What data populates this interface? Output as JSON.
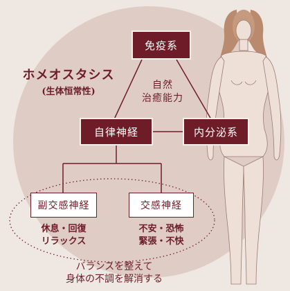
{
  "colors": {
    "background": "#efe8e2",
    "circle": "#d9c4bb",
    "accent": "#6e1d28",
    "line": "#6e1d28",
    "box_text_dark": "#ffffff"
  },
  "homeostasis": {
    "title": "ホメオスタシス",
    "subtitle": "(生体恒常性)"
  },
  "nodes": {
    "immune": "免疫系",
    "autonomic": "自律神経",
    "endocrine": "内分泌系",
    "parasympathetic": "副交感神経",
    "sympathetic": "交感神経"
  },
  "center_label": {
    "line1": "自然",
    "line2": "治癒能力"
  },
  "parasympathetic_effects": {
    "line1": "休息・回復",
    "line2": "リラックス"
  },
  "sympathetic_effects": {
    "line1": "不安・恐怖",
    "line2": "緊張・不快"
  },
  "footer": {
    "line1": "バランスを整えて",
    "line2": "身体の不調を解消する"
  },
  "icons": {
    "figure": "female-body-illustration"
  }
}
